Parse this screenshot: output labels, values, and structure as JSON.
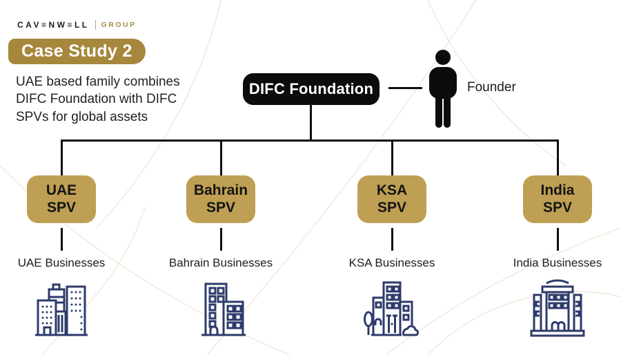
{
  "brand": {
    "wordmark": "CAV≡NW≡LL",
    "suffix": "GROUP"
  },
  "badge": {
    "label": "Case Study 2"
  },
  "intro": {
    "text": "UAE based family combines\nDIFC Foundation with DIFC\nSPVs for global assets"
  },
  "foundation": {
    "label": "DIFC Foundation"
  },
  "founder": {
    "label": "Founder",
    "icon": "person-icon"
  },
  "columns": [
    {
      "spv_label": "UAE\nSPV",
      "business_label": "UAE Businesses",
      "icon": "uae-buildings-icon"
    },
    {
      "spv_label": "Bahrain\nSPV",
      "business_label": "Bahrain Businesses",
      "icon": "bahrain-buildings-icon"
    },
    {
      "spv_label": "KSA\nSPV",
      "business_label": "KSA Businesses",
      "icon": "ksa-buildings-icon"
    },
    {
      "spv_label": "India\nSPV",
      "business_label": "India Businesses",
      "icon": "india-buildings-icon"
    }
  ],
  "structure": {
    "type": "org-tree",
    "root": "DIFC Foundation",
    "root_linked_to": "Founder",
    "children": [
      "UAE SPV",
      "Bahrain SPV",
      "KSA SPV",
      "India SPV"
    ],
    "leaves": [
      "UAE Businesses",
      "Bahrain Businesses",
      "KSA Businesses",
      "India Businesses"
    ]
  },
  "colors": {
    "badge_gold": "#A6873B",
    "spv_gold": "#BE9F53",
    "node_black": "#0C0C0C",
    "icon_navy": "#2D3A6B",
    "text_dark": "#222222",
    "brand_gold": "#A48B4F",
    "background": "#FFFFFF",
    "pattern": "#F2E9DA"
  }
}
